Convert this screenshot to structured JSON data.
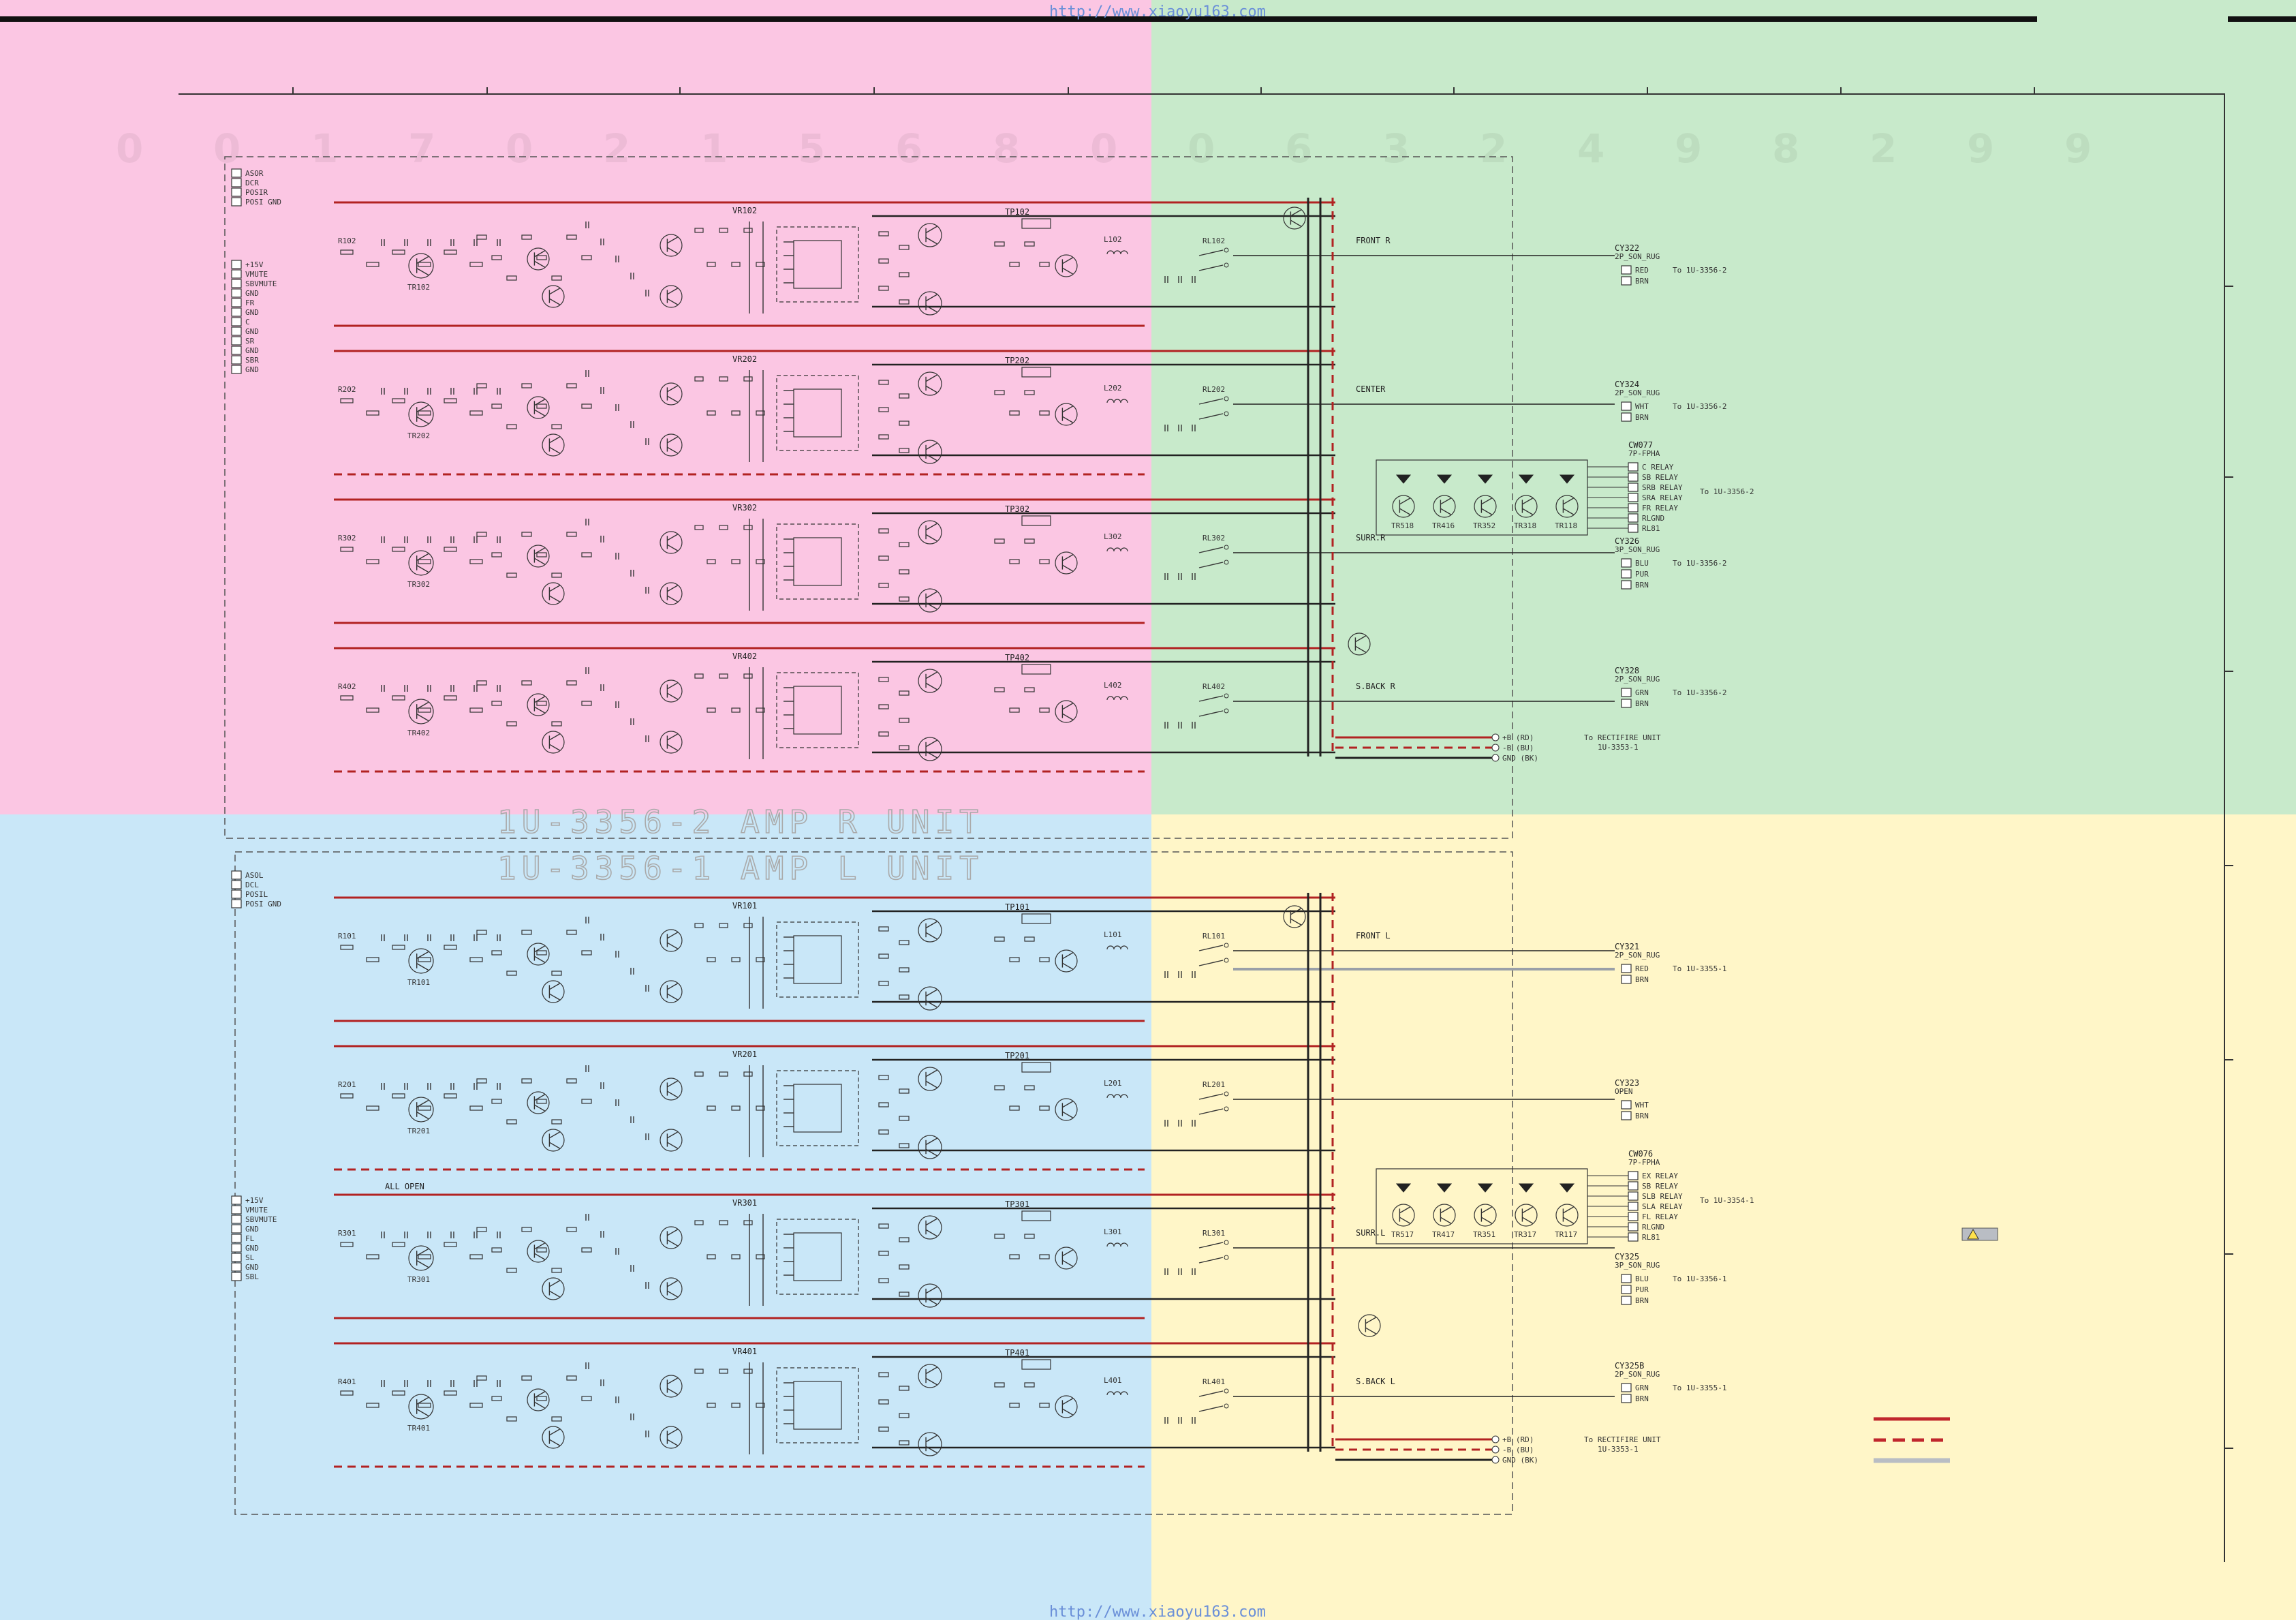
{
  "watermark": {
    "top": "http://www.xiaoyu163.com",
    "bottom": "http://www.xiaoyu163.com"
  },
  "colors": {
    "quad_top_left": "#fbc6e3",
    "quad_top_right": "#c8eacb",
    "quad_bottom_left": "#c9e7f8",
    "quad_bottom_right": "#fff6c8",
    "wire": "#333333",
    "power_trace": "#b22222",
    "gray_trace": "#b9bdc4"
  },
  "units": {
    "r": "1U-3356-2  AMP R UNIT",
    "l": "1U-3356-1  AMP L UNIT"
  },
  "channels": {
    "r": [
      {
        "vr": "VR102",
        "tp": "TP102",
        "coil": "L102",
        "relay": "RL102",
        "res": "R102",
        "tr": "TR102",
        "out": "FRONT R"
      },
      {
        "vr": "VR202",
        "tp": "TP202",
        "coil": "L202",
        "relay": "RL202",
        "res": "R202",
        "tr": "TR202",
        "out": "CENTER"
      },
      {
        "vr": "VR302",
        "tp": "TP302",
        "coil": "L302",
        "relay": "RL302",
        "res": "R302",
        "tr": "TR302",
        "out": "SURR.R"
      },
      {
        "vr": "VR402",
        "tp": "TP402",
        "coil": "L402",
        "relay": "RL402",
        "res": "R402",
        "tr": "TR402",
        "out": "S.BACK R"
      }
    ],
    "l": [
      {
        "vr": "VR101",
        "tp": "TP101",
        "coil": "L101",
        "relay": "RL101",
        "res": "R101",
        "tr": "TR101",
        "out": "FRONT L"
      },
      {
        "vr": "VR201",
        "tp": "TP201",
        "coil": "L201",
        "relay": "RL201",
        "res": "R201",
        "tr": "TR201",
        "out": ""
      },
      {
        "vr": "VR301",
        "tp": "TP301",
        "coil": "L301",
        "relay": "RL301",
        "res": "R301",
        "tr": "TR301",
        "out": "SURR.L"
      },
      {
        "vr": "VR401",
        "tp": "TP401",
        "coil": "L401",
        "relay": "RL401",
        "res": "R401",
        "tr": "TR401",
        "out": "S.BACK L"
      }
    ]
  },
  "input_pins_r": [
    "+15V",
    "VMUTE",
    "SBVMUTE",
    "GND",
    "FR",
    "GND",
    "C",
    "GND",
    "SR",
    "GND",
    "SBR",
    "GND"
  ],
  "input_pins_l": [
    "+15V",
    "VMUTE",
    "SBVMUTE",
    "GND",
    "FL",
    "GND",
    "SL",
    "GND",
    "SBL"
  ],
  "asd_pins_r": [
    "ASOR",
    "DCR",
    "POSIR",
    "POSI GND"
  ],
  "asd_pins_l": [
    "ASOL",
    "DCL",
    "POSIL",
    "POSI GND"
  ],
  "connectors_r": [
    {
      "id": "CY322",
      "type": "2P_SON_RUG",
      "pins": [
        "RED",
        "BRN"
      ],
      "dest": "To 1U-3356-2"
    },
    {
      "id": "CY324",
      "type": "2P_SON_RUG",
      "pins": [
        "WHT",
        "BRN"
      ],
      "dest": "To 1U-3356-2"
    },
    {
      "id": "CY326",
      "type": "3P_SON_RUG",
      "pins": [
        "BLU",
        "PUR",
        "BRN"
      ],
      "dest": "To 1U-3356-2"
    },
    {
      "id": "CY328",
      "type": "2P_SON_RUG",
      "pins": [
        "GRN",
        "BRN"
      ],
      "dest": "To 1U-3356-2"
    }
  ],
  "connectors_l": [
    {
      "id": "CY321",
      "type": "2P_SON_RUG",
      "pins": [
        "RED",
        "BRN"
      ],
      "dest": "To 1U-3355-1"
    },
    {
      "id": "CY323",
      "type": "OPEN",
      "pins": [
        "WHT",
        "BRN"
      ],
      "dest": ""
    },
    {
      "id": "CY325",
      "type": "3P_SON_RUG",
      "pins": [
        "BLU",
        "PUR",
        "BRN"
      ],
      "dest": "To 1U-3356-1"
    },
    {
      "id": "CY325B",
      "type": "2P_SON_RUG",
      "pins": [
        "GRN",
        "BRN"
      ],
      "dest": "To 1U-3355-1"
    }
  ],
  "relay_block_r": {
    "id": "CW077",
    "type": "7P-FPHA",
    "pins": [
      "C RELAY",
      "SB RELAY",
      "SRB RELAY",
      "SRA RELAY",
      "FR RELAY",
      "RLGND",
      "RL81"
    ],
    "dest": "To 1U-3356-2",
    "trs": [
      "TR518",
      "TR416",
      "TR352",
      "TR318",
      "TR118"
    ]
  },
  "relay_block_l": {
    "id": "CW076",
    "type": "7P-FPHA",
    "pins": [
      "EX RELAY",
      "SB RELAY",
      "SLB RELAY",
      "SLA RELAY",
      "FL RELAY",
      "RLGND",
      "RL81"
    ],
    "dest": "To 1U-3354-1",
    "trs": [
      "TR517",
      "TR417",
      "TR351",
      "TR317",
      "TR117"
    ]
  },
  "rectifier_r": {
    "pins": [
      "+B (RD)",
      "-B (BU)",
      "GND (BK)"
    ],
    "dest": "To RECTIFIRE UNIT",
    "unit": "1U-3353-1"
  },
  "rectifier_l": {
    "pins": [
      "+B (RD)",
      "-B (BU)",
      "GND (BK)"
    ],
    "dest": "To RECTIFIRE UNIT",
    "unit": "1U-3353-1"
  },
  "all_open_label": "ALL OPEN",
  "ghost_digits": [
    "0",
    "0",
    "1",
    "7",
    "0",
    "2",
    "1",
    "5",
    "6",
    "8",
    "0",
    "0",
    "6",
    "3",
    "2",
    "4",
    "9",
    "8",
    "2",
    "9",
    "9"
  ],
  "legend": {
    "items": [
      "solid-red",
      "dashed-red",
      "gray"
    ],
    "suffix": ""
  }
}
